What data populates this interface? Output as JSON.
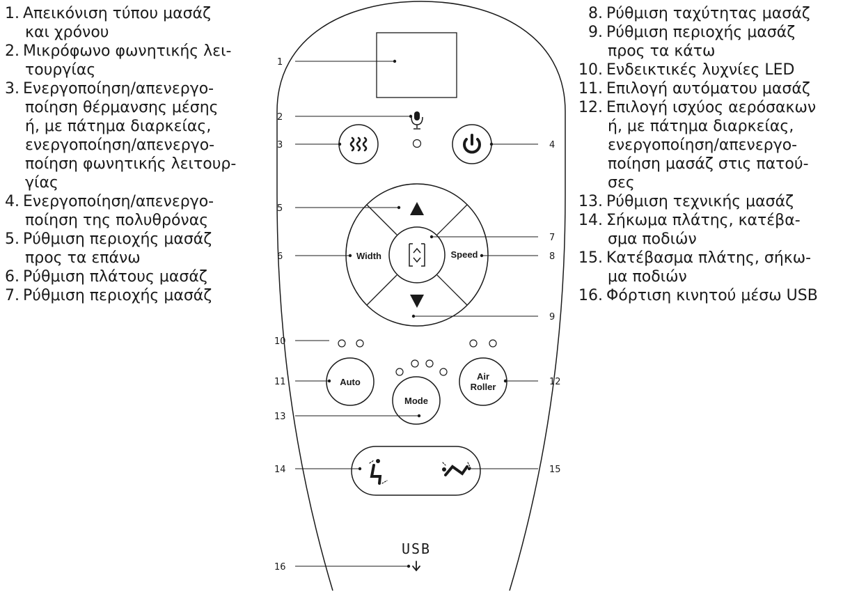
{
  "legend_left": [
    {
      "num": "1.",
      "lines": [
        "Απεικόνιση τύπου μασάζ",
        "και χρόνου"
      ]
    },
    {
      "num": "2.",
      "lines": [
        "Μικρόφωνο φωνητικής λει-",
        "τουργίας"
      ]
    },
    {
      "num": "3.",
      "lines": [
        "Ενεργοποίηση/απενεργο-",
        "ποίηση θέρμανσης μέσης",
        "ή, με πάτημα διαρκείας,",
        "ενεργοποίηση/απενεργο-",
        "ποίηση φωνητικής λειτουρ-",
        "γίας"
      ]
    },
    {
      "num": "4.",
      "lines": [
        "Ενεργοποίηση/απενεργο-",
        "ποίηση της πολυθρόνας"
      ]
    },
    {
      "num": "5.",
      "lines": [
        "Ρύθμιση περιοχής μασάζ",
        "προς τα επάνω"
      ]
    },
    {
      "num": "6.",
      "lines": [
        "Ρύθμιση πλάτους μασάζ"
      ]
    },
    {
      "num": "7.",
      "lines": [
        "Ρύθμιση περιοχής μασάζ"
      ]
    }
  ],
  "legend_right": [
    {
      "num": "8.",
      "lines": [
        "Ρύθμιση ταχύτητας μασάζ"
      ]
    },
    {
      "num": "9.",
      "lines": [
        "Ρύθμιση περιοχής μασάζ",
        "προς τα κάτω"
      ]
    },
    {
      "num": "10.",
      "lines": [
        "Ενδεικτικές λυχνίες LED"
      ]
    },
    {
      "num": "11.",
      "lines": [
        "Επιλογή αυτόματου μασάζ"
      ]
    },
    {
      "num": "12.",
      "lines": [
        "Επιλογή ισχύος αερόσακων",
        "ή, με πάτημα διαρκείας,",
        "ενεργοποίηση/απενεργο-",
        "ποίηση μασάζ στις πατού-",
        "σες"
      ]
    },
    {
      "num": "13.",
      "lines": [
        "Ρύθμιση τεχνικής μασάζ"
      ]
    },
    {
      "num": "14.",
      "lines": [
        "Σήκωμα πλάτης, κατέβα-",
        "σμα ποδιών"
      ]
    },
    {
      "num": "15.",
      "lines": [
        "Κατέβασμα πλάτης, σήκω-",
        "μα ποδιών"
      ]
    },
    {
      "num": "16.",
      "lines": [
        "Φόρτιση κινητού μέσω USB"
      ]
    }
  ],
  "callouts": [
    "1",
    "2",
    "3",
    "4",
    "5",
    "6",
    "7",
    "8",
    "9",
    "10",
    "11",
    "12",
    "13",
    "14",
    "15",
    "16"
  ],
  "buttons": {
    "width": "Width",
    "speed": "Speed",
    "auto": "Auto",
    "mode": "Mode",
    "air_line1": "Air",
    "air_line2": "Roller",
    "usb": "USB"
  },
  "icons": [
    "microphone-icon",
    "heat-icon",
    "power-icon",
    "arrow-up-icon",
    "arrow-down-icon",
    "area-icon",
    "recline-back-up-icon",
    "recline-back-down-icon",
    "usb-arrow-icon"
  ],
  "colors": {
    "ink": "#1a1a1a",
    "background": "#ffffff"
  }
}
